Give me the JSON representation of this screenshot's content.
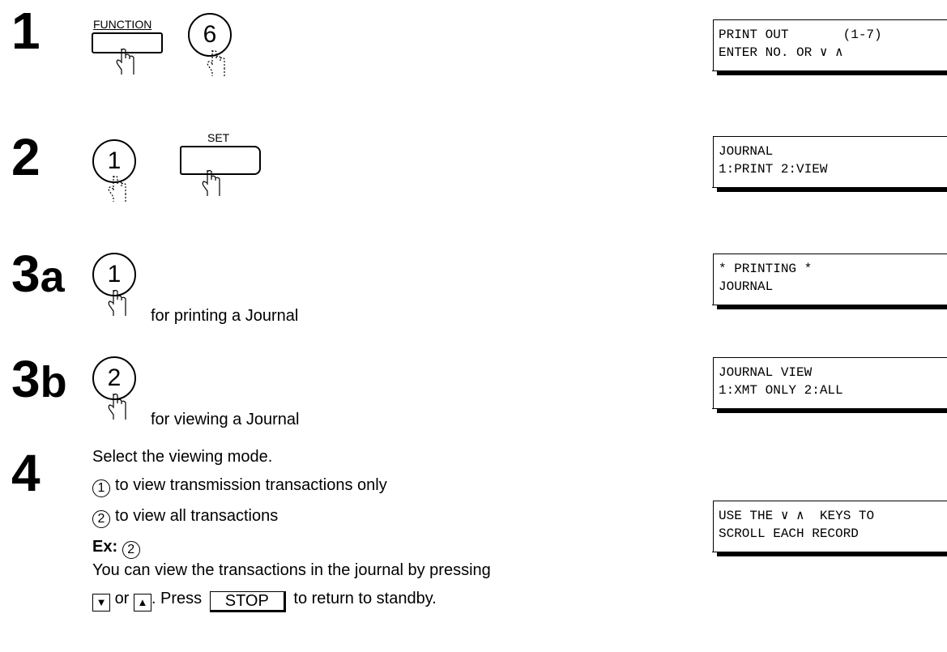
{
  "steps": {
    "s1": {
      "num": "1"
    },
    "s2": {
      "num": "2"
    },
    "s3a": {
      "num": "3",
      "suffix": "a",
      "caption": "for printing a Journal"
    },
    "s3b": {
      "num": "3",
      "suffix": "b",
      "caption": "for viewing a Journal"
    },
    "s4": {
      "num": "4",
      "line1": "Select the viewing mode.",
      "opt1_key": "1",
      "opt1_text": "to view transmission transactions only",
      "opt2_key": "2",
      "opt2_text": "to view all transactions",
      "ex_label": "Ex:",
      "ex_key": "2",
      "line5": "You can view the transactions in the journal by pressing",
      "down_key": "▼",
      "or_text": "or",
      "up_key": "▲",
      "press_text": ". Press",
      "stop_key": "STOP",
      "standby_text": "to return to standby."
    }
  },
  "keys": {
    "function_label": "FUNCTION",
    "six": "6",
    "one": "1",
    "set_label": "SET",
    "one_b": "1",
    "two": "2"
  },
  "lcd": {
    "d1": {
      "line1": "PRINT OUT       (1-7)",
      "line2": "ENTER NO. OR ∨ ∧"
    },
    "d2": {
      "line1": "JOURNAL",
      "line2": "1:PRINT 2:VIEW"
    },
    "d3": {
      "line1": "* PRINTING *",
      "line2": "JOURNAL"
    },
    "d4": {
      "line1": "JOURNAL VIEW",
      "line2": "1:XMT ONLY 2:ALL"
    },
    "d5": {
      "line1": "USE THE ∨ ∧  KEYS TO",
      "line2": "SCROLL EACH RECORD"
    }
  }
}
